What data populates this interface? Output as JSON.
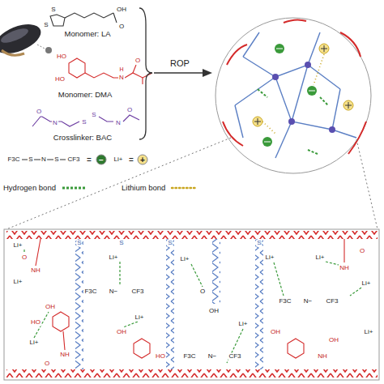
{
  "diagram": {
    "labels": [
      "Monomer: LA",
      "Monomer: DMA",
      "Crosslinker: BAC",
      "ROP",
      "S",
      "S",
      "OH",
      "O",
      "HO",
      "HO",
      "H",
      "N",
      "O",
      "O",
      "N",
      "S",
      "S",
      "N",
      "O",
      "F3C",
      "S",
      "N",
      "S",
      "CF3",
      "=",
      "−",
      "Li+",
      "=",
      "+",
      "Li+",
      "Li+",
      "NH",
      "O",
      "OH",
      "HO",
      "Li+",
      "NH",
      "O",
      "S",
      "S",
      "Li+",
      "F3C",
      "N−",
      "CF3",
      "Li+",
      "OH",
      "HO",
      "S",
      "Li+",
      "OH",
      "O",
      "F3C",
      "N−",
      "CF3",
      "Li+",
      "S",
      "Li+",
      "OH",
      "F3C",
      "N−",
      "CF3",
      "Li+",
      "NH",
      "O",
      "Li+",
      "OH",
      "NH",
      "Li+"
    ],
    "legend": [
      {
        "text": "Hydrogen bond"
      },
      {
        "text": "Lithium bond"
      }
    ]
  }
}
